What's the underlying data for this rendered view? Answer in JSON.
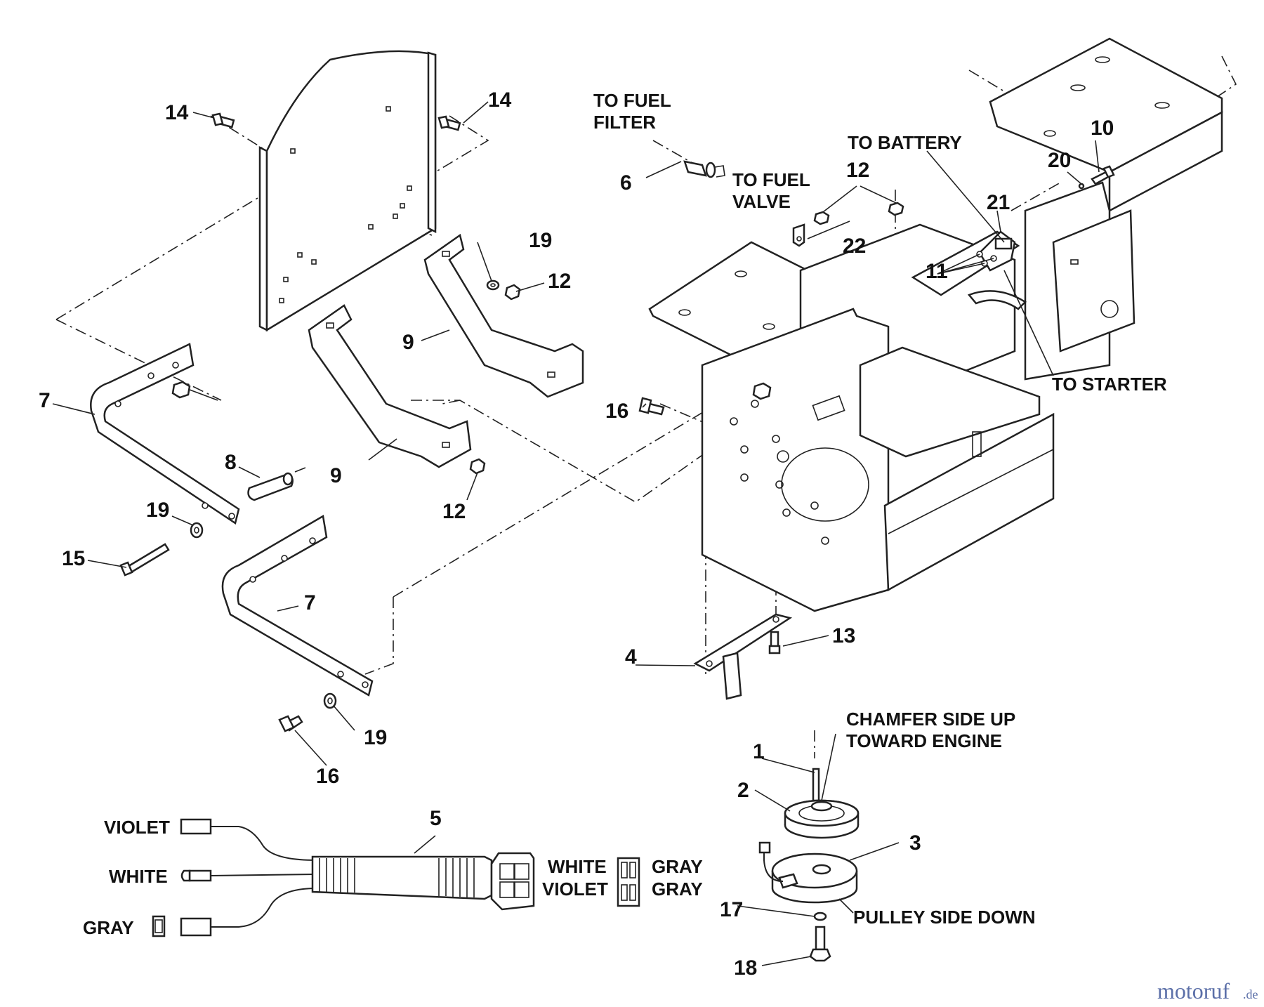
{
  "callouts": {
    "p1": "1",
    "p2": "2",
    "p3": "3",
    "p4": "4",
    "p5": "5",
    "p6": "6",
    "p7a": "7",
    "p7b": "7",
    "p8": "8",
    "p9a": "9",
    "p9b": "9",
    "p10": "10",
    "p11": "11",
    "p12a": "12",
    "p12b": "12",
    "p12c": "12",
    "p13": "13",
    "p14a": "14",
    "p14b": "14",
    "p15": "15",
    "p16a": "16",
    "p16b": "16",
    "p17": "17",
    "p18": "18",
    "p19a": "19",
    "p19b": "19",
    "p19c": "19",
    "p20": "20",
    "p21": "21",
    "p22": "22"
  },
  "notes": {
    "to_fuel_filter_1": "TO FUEL",
    "to_fuel_filter_2": "FILTER",
    "to_fuel_valve_1": "TO FUEL",
    "to_fuel_valve_2": "VALVE",
    "to_battery": "TO BATTERY",
    "to_starter": "TO STARTER",
    "chamfer_1": "CHAMFER SIDE UP",
    "chamfer_2": "TOWARD ENGINE",
    "pulley_side": "PULLEY SIDE DOWN"
  },
  "wires": {
    "violet": "VIOLET",
    "white": "WHITE",
    "gray": "GRAY",
    "conn_white": "WHITE",
    "conn_violet": "VIOLET",
    "conn_gray_1": "GRAY",
    "conn_gray_2": "GRAY"
  },
  "watermark": {
    "main": "motoruf",
    "suffix": ".de"
  }
}
